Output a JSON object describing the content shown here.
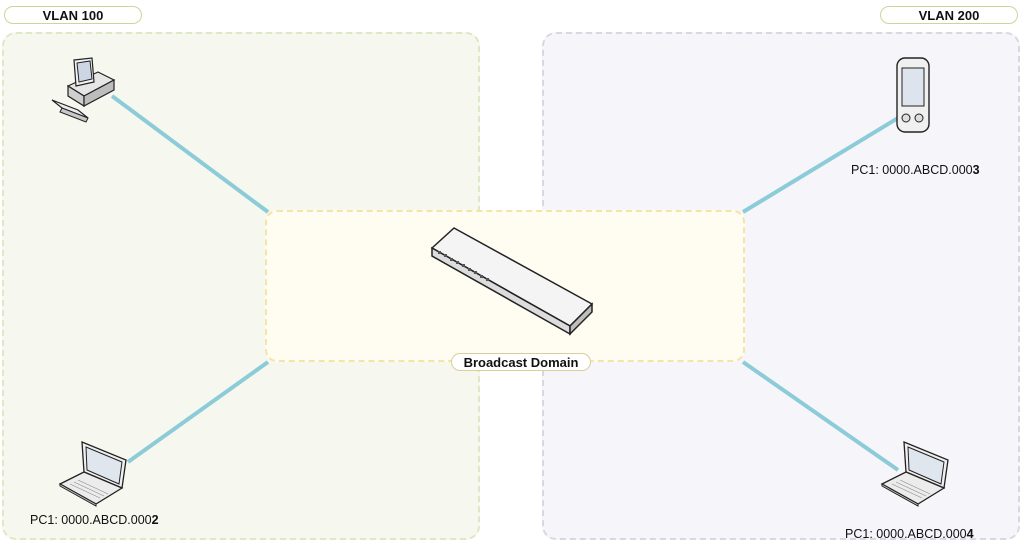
{
  "colors": {
    "vlan100_fill": "#f6f8ef",
    "vlan100_border": "#dde8c4",
    "vlan200_fill": "#f6f6fa",
    "vlan200_border": "#d8d8e2",
    "broadcast_fill": "#fffdf2",
    "broadcast_border": "#f4e4a8",
    "link": "#8ccbd8"
  },
  "vlans": [
    {
      "label": "VLAN 100"
    },
    {
      "label": "VLAN 200"
    }
  ],
  "broadcast_domain": {
    "label": "Broadcast Domain"
  },
  "switch": {
    "icon": "switch-icon"
  },
  "hosts": [
    {
      "icon": "desktop-pc-icon",
      "prefix": "",
      "suffix": ""
    },
    {
      "icon": "laptop-icon",
      "prefix": "PC1: 0000.ABCD.000",
      "suffix": "2"
    },
    {
      "icon": "pda-icon",
      "prefix": "PC1: 0000.ABCD.000",
      "suffix": "3"
    },
    {
      "icon": "laptop-icon",
      "prefix": "PC1: 0000.ABCD.000",
      "suffix": "4"
    }
  ]
}
